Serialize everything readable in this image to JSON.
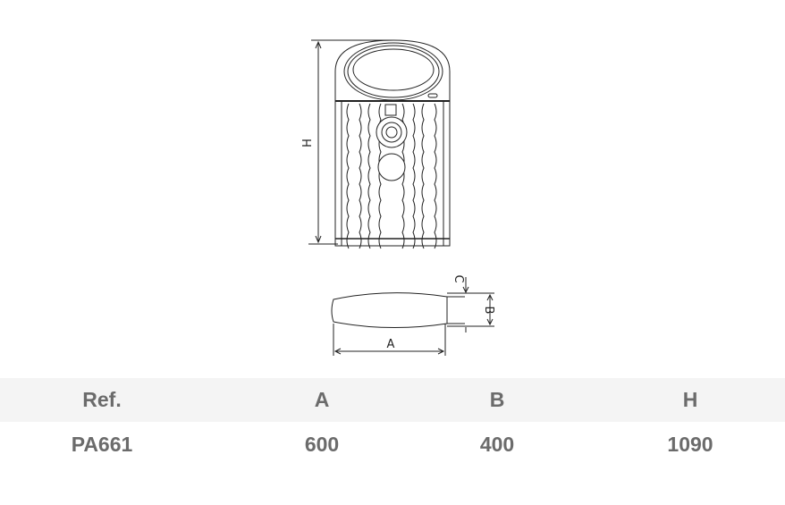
{
  "drawing": {
    "labels": {
      "height": "H",
      "width": "A",
      "depth": "B",
      "offset": "C"
    }
  },
  "table": {
    "headers": [
      "Ref.",
      "A",
      "B",
      "H"
    ],
    "rows": [
      [
        "PA661",
        "600",
        "400",
        "1090"
      ]
    ]
  },
  "colors": {
    "header_bg": "#f4f4f4",
    "text": "#6b6b6b"
  }
}
